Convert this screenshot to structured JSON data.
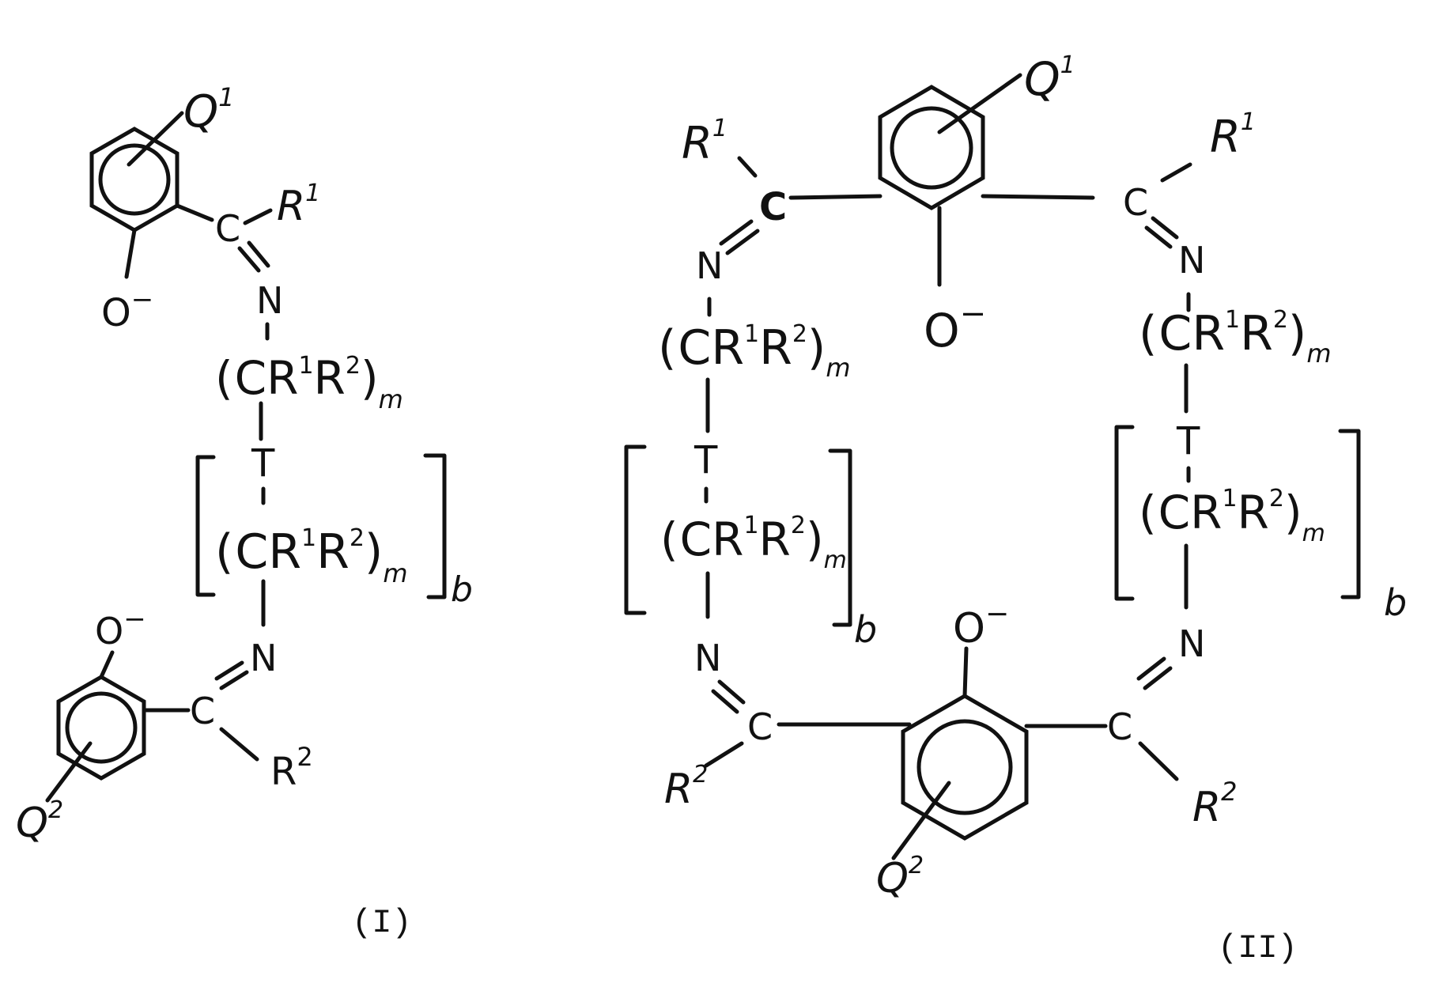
{
  "structure_I": {
    "label": "(I)",
    "ring_top": {
      "substituent": "Q",
      "substituent_sup": "1",
      "oxide": "O",
      "oxide_charge": "−"
    },
    "imine_top": {
      "carbon": "C",
      "group": "R",
      "group_sup": "1",
      "nitrogen": "N"
    },
    "chain_top": {
      "open": "(",
      "text": "CR",
      "sup1": "1",
      "r2": "R",
      "sup2": "2",
      "close": ")",
      "sub": "m"
    },
    "bracket": {
      "t": "T",
      "chain": {
        "open": "(",
        "text": "CR",
        "sup1": "1",
        "r2": "R",
        "sup2": "2",
        "close": ")",
        "sub": "m"
      },
      "sub": "b"
    },
    "imine_bottom": {
      "nitrogen": "N",
      "carbon": "C",
      "group": "R",
      "group_sup": "2"
    },
    "ring_bottom": {
      "substituent": "Q",
      "substituent_sup": "2",
      "oxide": "O",
      "oxide_charge": "−"
    }
  },
  "structure_II": {
    "label": "(II)",
    "ring_top": {
      "substituent": "Q",
      "substituent_sup": "1",
      "oxide": "O",
      "oxide_charge": "−"
    },
    "left_imine_top": {
      "group": "R",
      "group_sup": "1",
      "carbon": "C",
      "nitrogen": "N"
    },
    "right_imine_top": {
      "group": "R",
      "group_sup": "1",
      "carbon": "C",
      "nitrogen": "N"
    },
    "left_chain": {
      "open": "(",
      "text": "CR",
      "sup1": "1",
      "r2": "R",
      "sup2": "2",
      "close": ")",
      "sub": "m"
    },
    "right_chain": {
      "open": "(",
      "text": "CR",
      "sup1": "1",
      "r2": "R",
      "sup2": "2",
      "close": ")",
      "sub": "m"
    },
    "left_bracket": {
      "t": "T",
      "chain": {
        "open": "(",
        "text": "CR",
        "sup1": "1",
        "r2": "R",
        "sup2": "2",
        "close": ")",
        "sub": "m"
      },
      "sub": "b"
    },
    "right_bracket": {
      "t": "T",
      "chain": {
        "open": "(",
        "text": "CR",
        "sup1": "1",
        "r2": "R",
        "sup2": "2",
        "close": ")",
        "sub": "m"
      },
      "sub": "b"
    },
    "left_imine_bottom": {
      "nitrogen": "N",
      "carbon": "C",
      "group": "R",
      "group_sup": "2"
    },
    "right_imine_bottom": {
      "nitrogen": "N",
      "carbon": "C",
      "group": "R",
      "group_sup": "2"
    },
    "ring_bottom": {
      "substituent": "Q",
      "substituent_sup": "2",
      "oxide": "O",
      "oxide_charge": "−"
    }
  }
}
